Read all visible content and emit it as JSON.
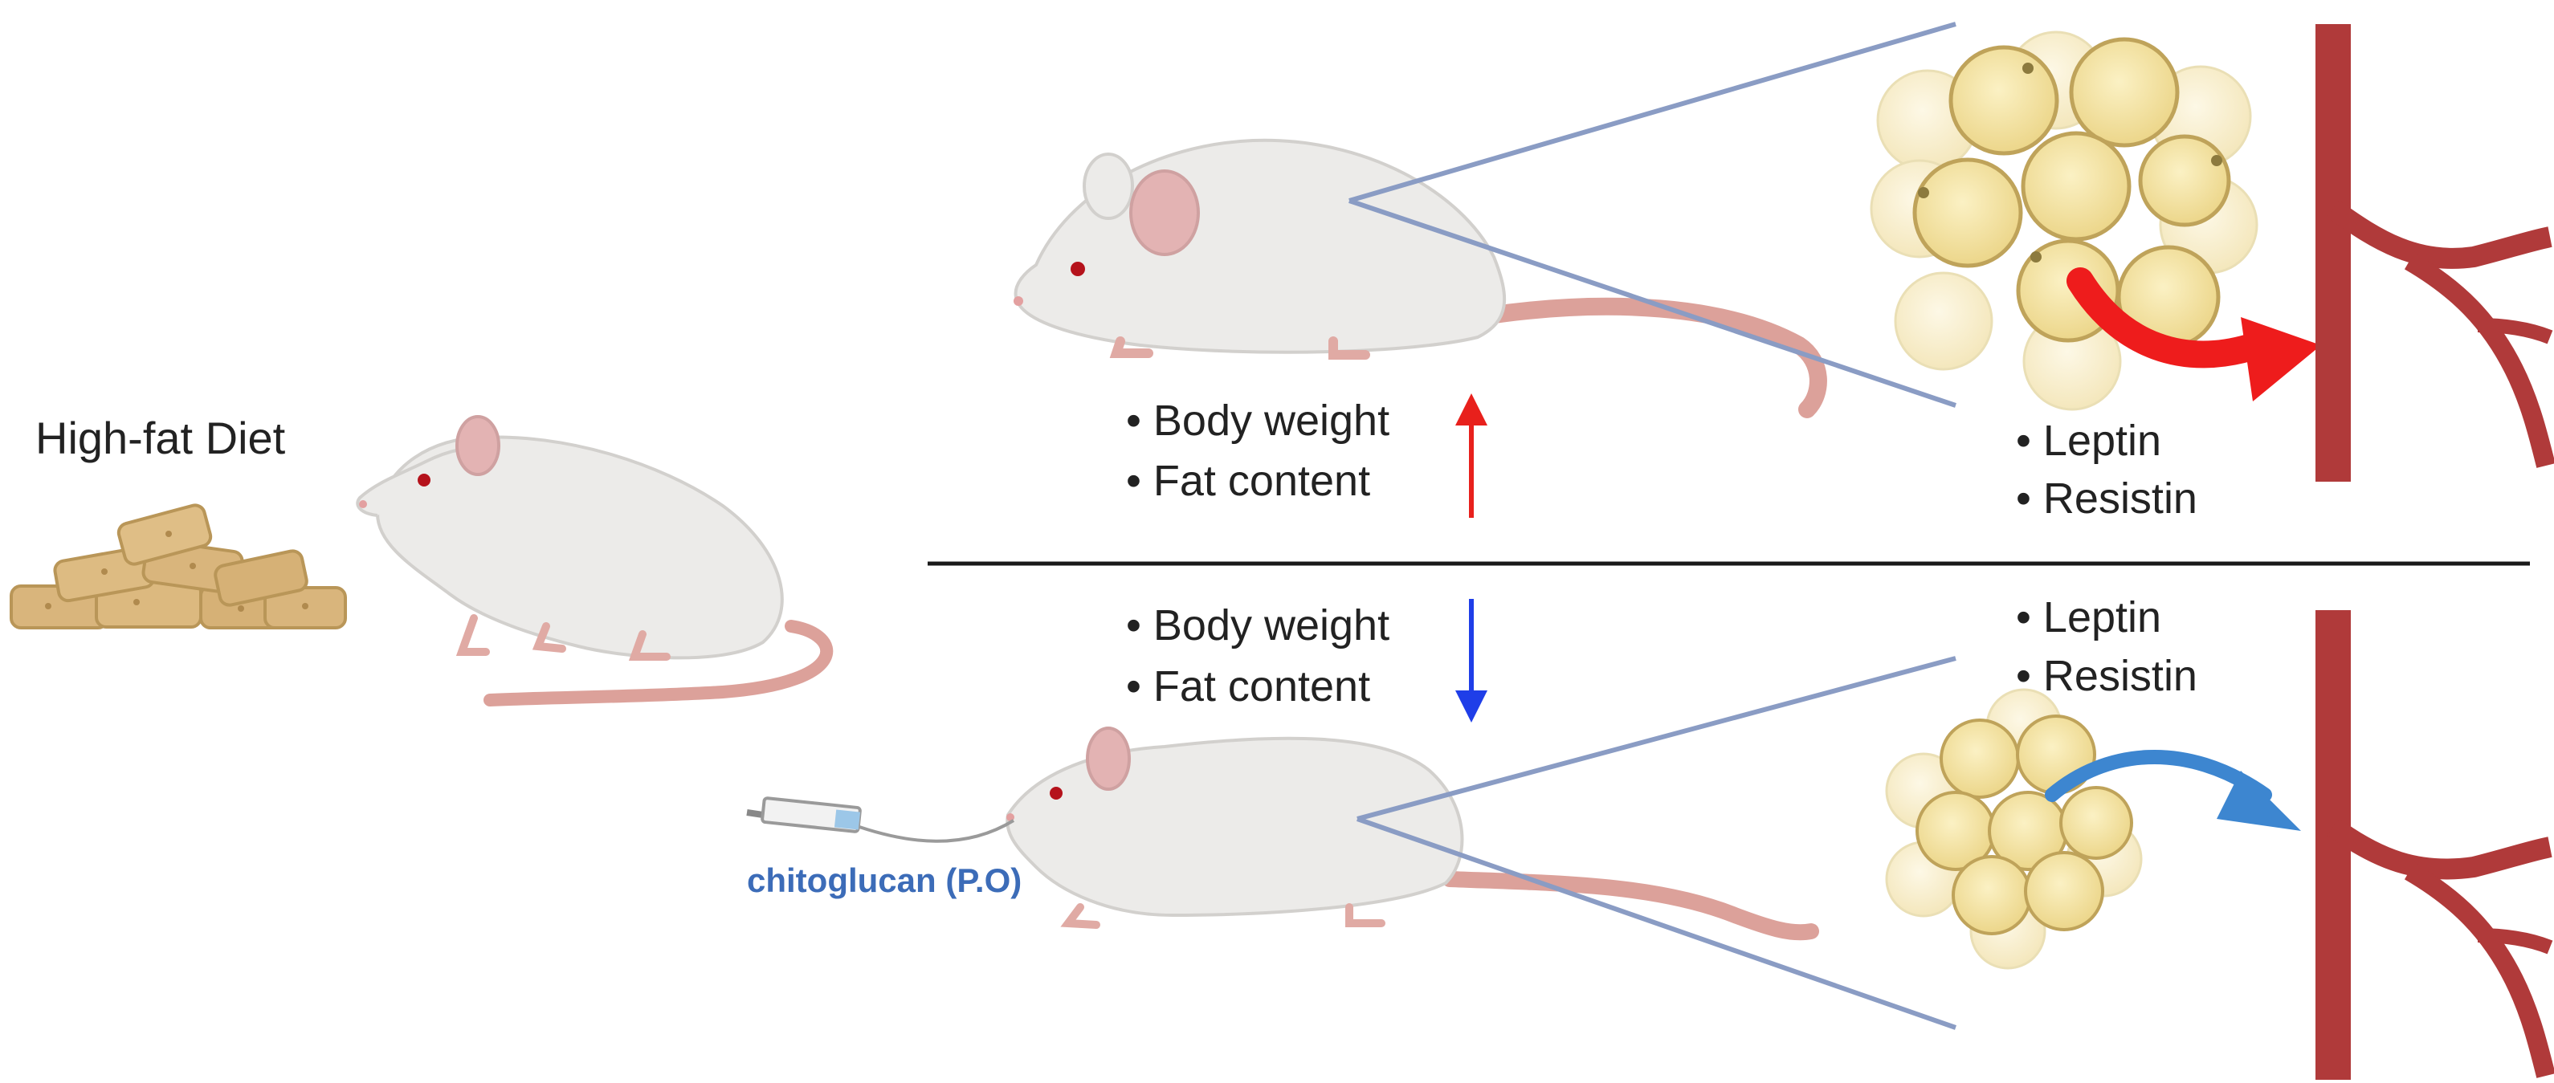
{
  "diet": {
    "label": "High-fat Diet"
  },
  "treatment": {
    "label": "chitoglucan (P.O)"
  },
  "untreated": {
    "body_items": [
      "• Body weight",
      "• Fat content"
    ],
    "hormone_items": [
      "• Leptin",
      "• Resistin"
    ],
    "trend": "increase"
  },
  "treated": {
    "body_items": [
      "• Body weight",
      "• Fat content"
    ],
    "hormone_items": [
      "• Leptin",
      "• Resistin"
    ],
    "trend": "decrease"
  },
  "colors": {
    "up_arrow": "#e8201c",
    "down_arrow": "#1f3ee8",
    "release_arrow_high": "#ee1c1c",
    "release_arrow_low": "#3d86d0",
    "vessel": "#b03a3a",
    "fat_cell": "#f4e3a1",
    "fat_cell_pale": "#faf2d2",
    "rodent_body": "#ecebe9",
    "rodent_ear": "#e3b3b3",
    "tail": "#dca19a",
    "pellet": "#d9b57c",
    "connector": "#8a9cc4",
    "treatment_text": "#3c6cb8"
  }
}
